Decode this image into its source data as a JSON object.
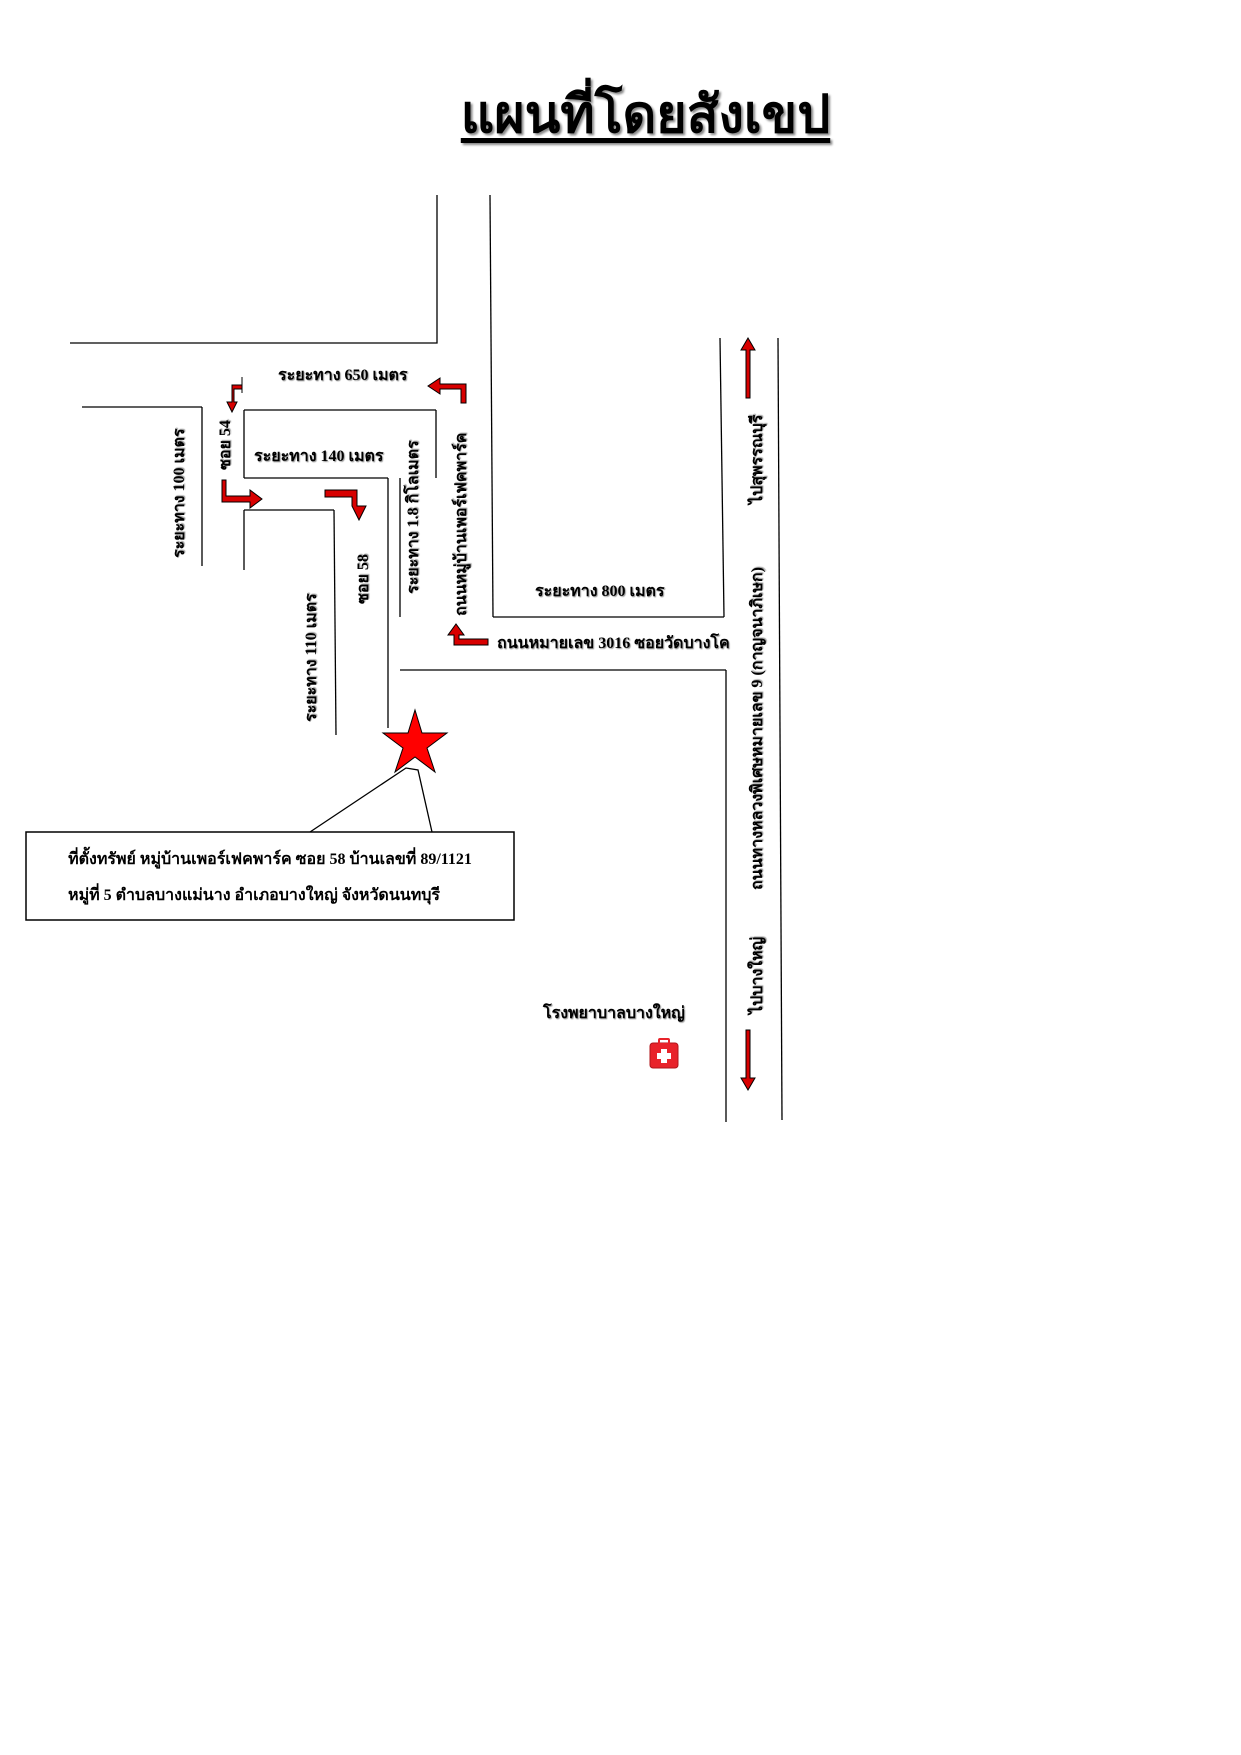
{
  "title": "แผนที่โดยสังเขป",
  "labels": {
    "dist_650": "ระยะทาง 650 เมตร",
    "dist_140": "ระยะทาง 140 เมตร",
    "dist_100": "ระยะทาง 100 เมตร",
    "soi_54": "ซอย 54",
    "soi_58": "ซอย 58",
    "dist_110": "ระยะทาง 110 เมตร",
    "dist_1_8km": "ระยะทาง 1.8 กิโลเมตร",
    "village_road": "ถนนหมู่บ้านเพอร์เฟคพาร์ค",
    "dist_800": "ระยะทาง 800 เมตร",
    "road_3016": "ถนนหมายเลข 3016 ซอยวัดบางโค",
    "highway_9": "ถนนทางหลวงพิเศษหมายเลข 9 (กาญจนาภิเษก)",
    "to_suphanburi": "ไปสุพรรณบุรี",
    "to_bangyai": "ไปบางใหญ่",
    "hospital": "โรงพยาบาลบางใหญ่"
  },
  "location_box": {
    "line1": "ที่ตั้งทรัพย์ หมู่บ้านเพอร์เฟคพาร์ค ซอย 58 บ้านเลขที่ 89/1121",
    "line2": "หมู่ที่ 5 ตำบลบางแม่นาง อำเภอบางใหญ่ จังหวัดนนทบุรี"
  },
  "icons": {
    "marker": "star-icon",
    "hospital": "first-aid-kit-icon",
    "marker_color": "#ff0000",
    "arrow_color": "#d80000"
  }
}
